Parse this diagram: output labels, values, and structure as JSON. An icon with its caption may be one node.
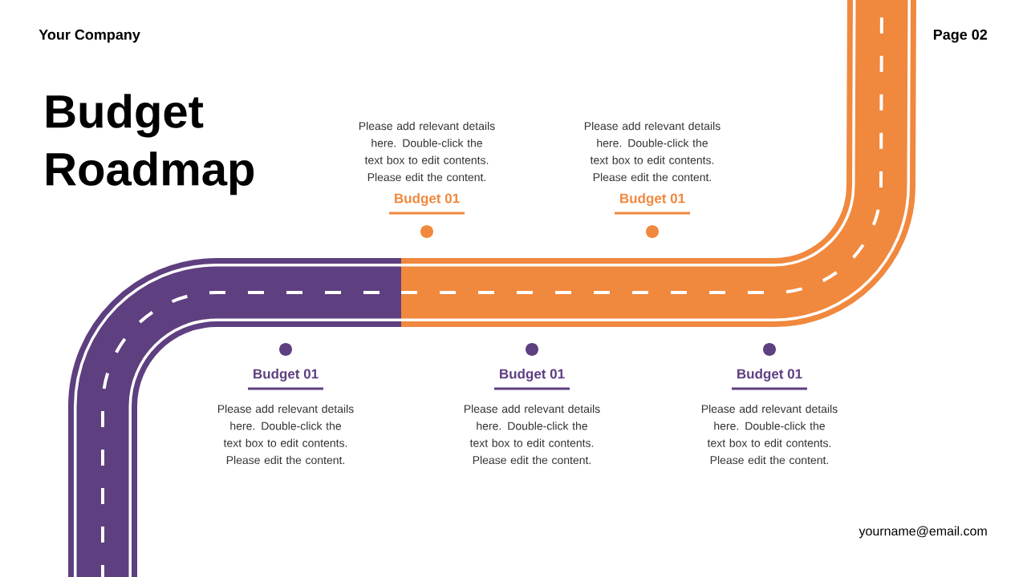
{
  "diagram": {
    "title": "Budget Roadmap",
    "labels": [
      "Your Company",
      "Page 02",
      "Please add relevant details here. Double-click the text box to edit contents. Please edit the content.",
      "Please add relevant details here. Double-click the text box to edit contents. Please edit the content.",
      "Budget 01",
      "Budget 01",
      "Budget 01",
      "Budget 01",
      "Budget 01",
      "Please add relevant details here. Double-click the text box to edit contents. Please edit the content.",
      "Please add relevant details here. Double-click the text box to edit contents. Please edit the content.",
      "Please add relevant details here. Double-click the text box to edit contents. Please edit the content.",
      "yourname@email.com"
    ]
  }
}
